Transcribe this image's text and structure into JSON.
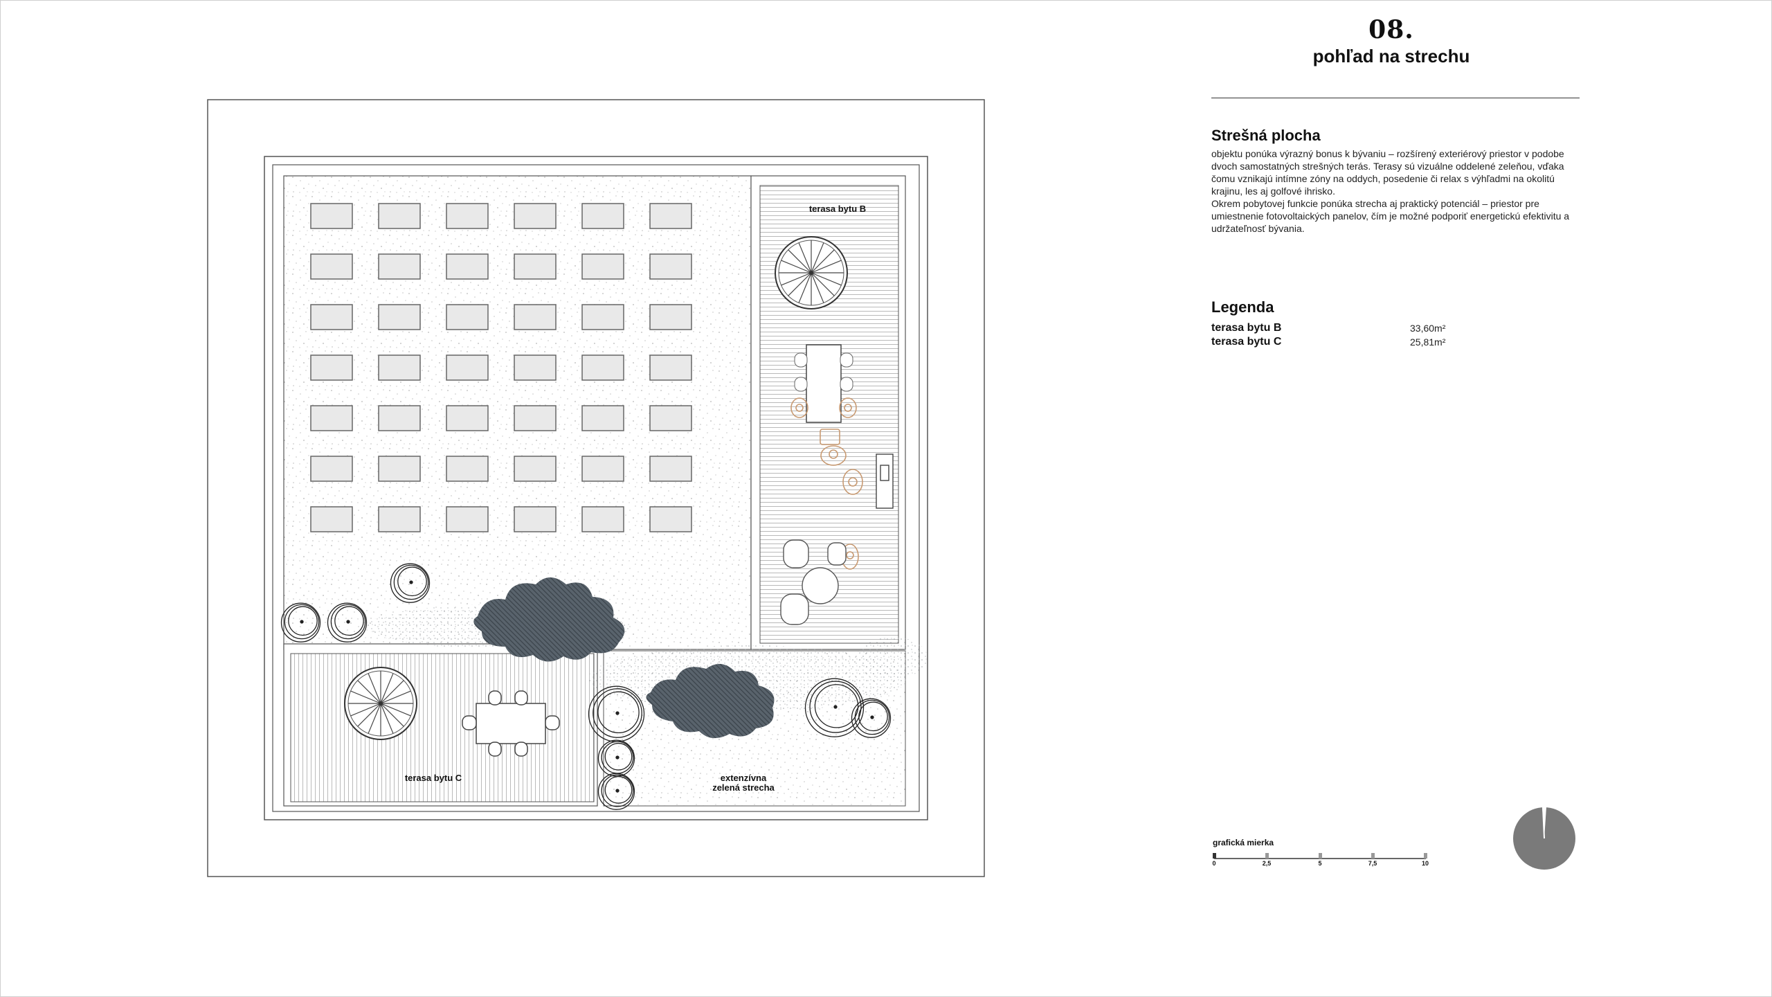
{
  "header": {
    "number": "08.",
    "title": "pohľad na strechu"
  },
  "section": {
    "title": "Strešná plocha",
    "description": "  objektu ponúka výrazný bonus k bývaniu – rozšírený exteriérový priestor v podobe\ndvoch samostatných strešných terás. Terasy sú vizuálne oddelené zeleňou, vďaka\nčomu vznikajú intímne zóny na oddych, posedenie či relax s výhľadmi na okolitú\nkrajinu, les aj golfové ihrisko.\n  Okrem pobytovej funkcie ponúka strecha aj praktický potenciál – priestor pre\numiestnenie fotovoltaických panelov, čím je možné podporiť energetickú efektivitu a\nudržateľnosť bývania."
  },
  "legend": {
    "title": "Legenda",
    "items": [
      {
        "label": "terasa bytu B",
        "value": "33,60m²"
      },
      {
        "label": "terasa bytu C",
        "value": "25,81m²"
      }
    ]
  },
  "plan": {
    "label_terrace_b": "terasa bytu B",
    "label_terrace_c": "terasa bytu C",
    "label_green_1": "extenzívna",
    "label_green_2": "zelená strecha",
    "solar_rows": 7,
    "solar_cols": 6
  },
  "scale": {
    "label": "grafická mierka",
    "ticks": [
      "0",
      "2,5",
      "5",
      "7,5",
      "10"
    ]
  },
  "colors": {
    "line": "#555555",
    "panel_fill": "#e9e9e9",
    "greenery": "#49535c",
    "figures": "#c89a72",
    "north_disc": "#7a7a7a"
  }
}
